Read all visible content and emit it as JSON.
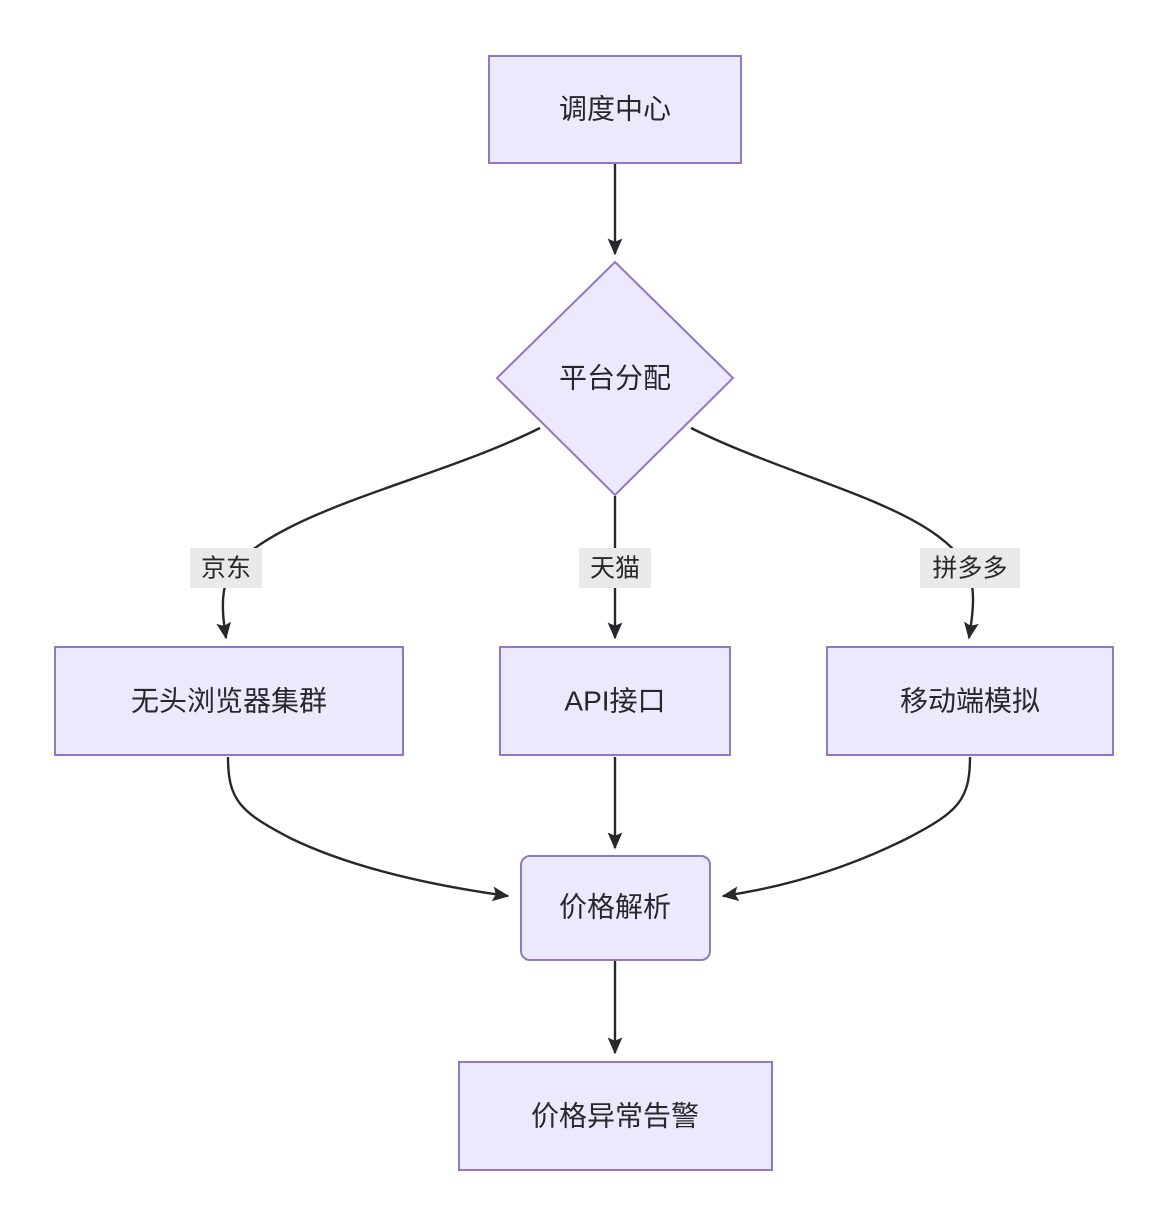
{
  "diagram": {
    "type": "flowchart",
    "direction": "top-down",
    "background_color": "#ffffff",
    "node_fill_color": "#ece9fd",
    "node_border_color": "#9277c4",
    "edge_color": "#27282b",
    "edge_label_bg_color": "#e9e9e9",
    "text_color": "#27282b",
    "nodes": [
      {
        "id": "dispatch-center",
        "label": "调度中心",
        "shape": "rectangle"
      },
      {
        "id": "platform-assign",
        "label": "平台分配",
        "shape": "diamond"
      },
      {
        "id": "headless-cluster",
        "label": "无头浏览器集群",
        "shape": "rectangle"
      },
      {
        "id": "api-interface",
        "label": "API接口",
        "shape": "rectangle"
      },
      {
        "id": "mobile-emulation",
        "label": "移动端模拟",
        "shape": "rectangle"
      },
      {
        "id": "price-parse",
        "label": "价格解析",
        "shape": "rounded-rectangle"
      },
      {
        "id": "price-alert",
        "label": "价格异常告警",
        "shape": "rectangle"
      }
    ],
    "edges": [
      {
        "from": "dispatch-center",
        "to": "platform-assign",
        "label": ""
      },
      {
        "from": "platform-assign",
        "to": "headless-cluster",
        "label": "京东"
      },
      {
        "from": "platform-assign",
        "to": "api-interface",
        "label": "天猫"
      },
      {
        "from": "platform-assign",
        "to": "mobile-emulation",
        "label": "拼多多"
      },
      {
        "from": "headless-cluster",
        "to": "price-parse",
        "label": ""
      },
      {
        "from": "api-interface",
        "to": "price-parse",
        "label": ""
      },
      {
        "from": "mobile-emulation",
        "to": "price-parse",
        "label": ""
      },
      {
        "from": "price-parse",
        "to": "price-alert",
        "label": ""
      }
    ]
  }
}
